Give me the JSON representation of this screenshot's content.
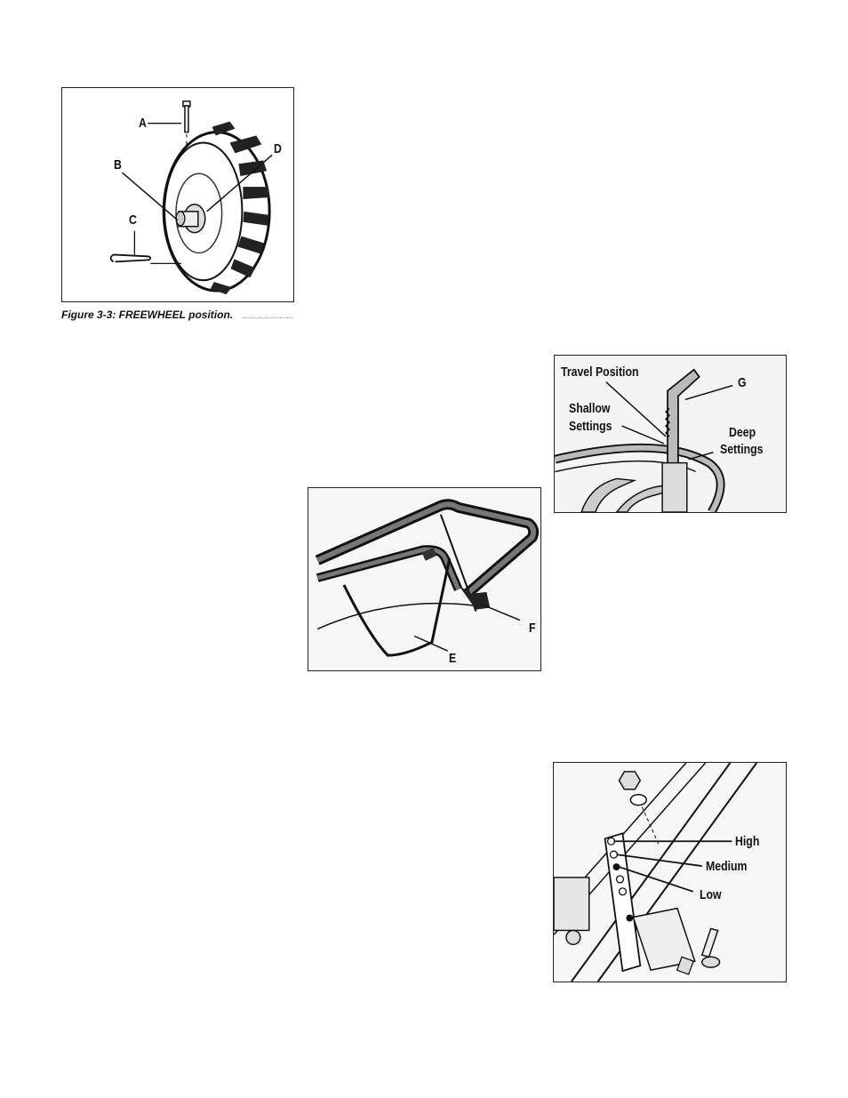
{
  "figure_freewheel": {
    "caption": "Figure 3-3:  FREEWHEEL position.",
    "label_a": "A",
    "label_b": "B",
    "label_c": "C",
    "label_d": "D"
  },
  "figure_handle": {
    "label_e": "E",
    "label_f": "F"
  },
  "figure_depth": {
    "travel_position": "Travel Position",
    "shallow_line1": "Shallow",
    "shallow_line2": "Settings",
    "deep_line1": "Deep",
    "deep_line2": "Settings",
    "label_g": "G"
  },
  "figure_height": {
    "high": "High",
    "medium": "Medium",
    "low": "Low"
  }
}
